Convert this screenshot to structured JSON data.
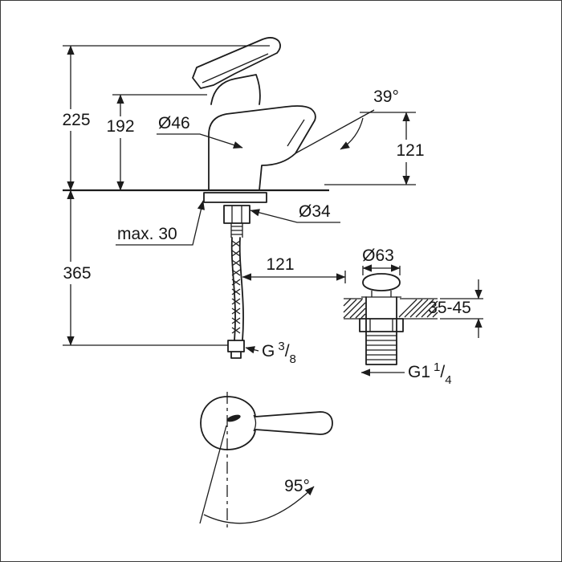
{
  "labels": {
    "overall_height": "225",
    "spout_height": "192",
    "base_diameter": "Ø46",
    "outlet_angle": "39°",
    "outlet_height": "121",
    "shank_diameter": "Ø34",
    "max_mounting_thickness": "max. 30",
    "hose_length": "365",
    "center_distance": "121",
    "waste_cap_diameter": "Ø63",
    "mounting_range": "35-45",
    "handle_rotation": "95°",
    "supply_thread": {
      "prefix": "G",
      "numerator": "3",
      "slash": "/",
      "denominator": "8"
    },
    "waste_thread": {
      "prefix": "G1",
      "numerator": "1",
      "slash": "/",
      "denominator": "4"
    }
  },
  "colors": {
    "line": "#1c1c1c",
    "background": "#ffffff"
  }
}
